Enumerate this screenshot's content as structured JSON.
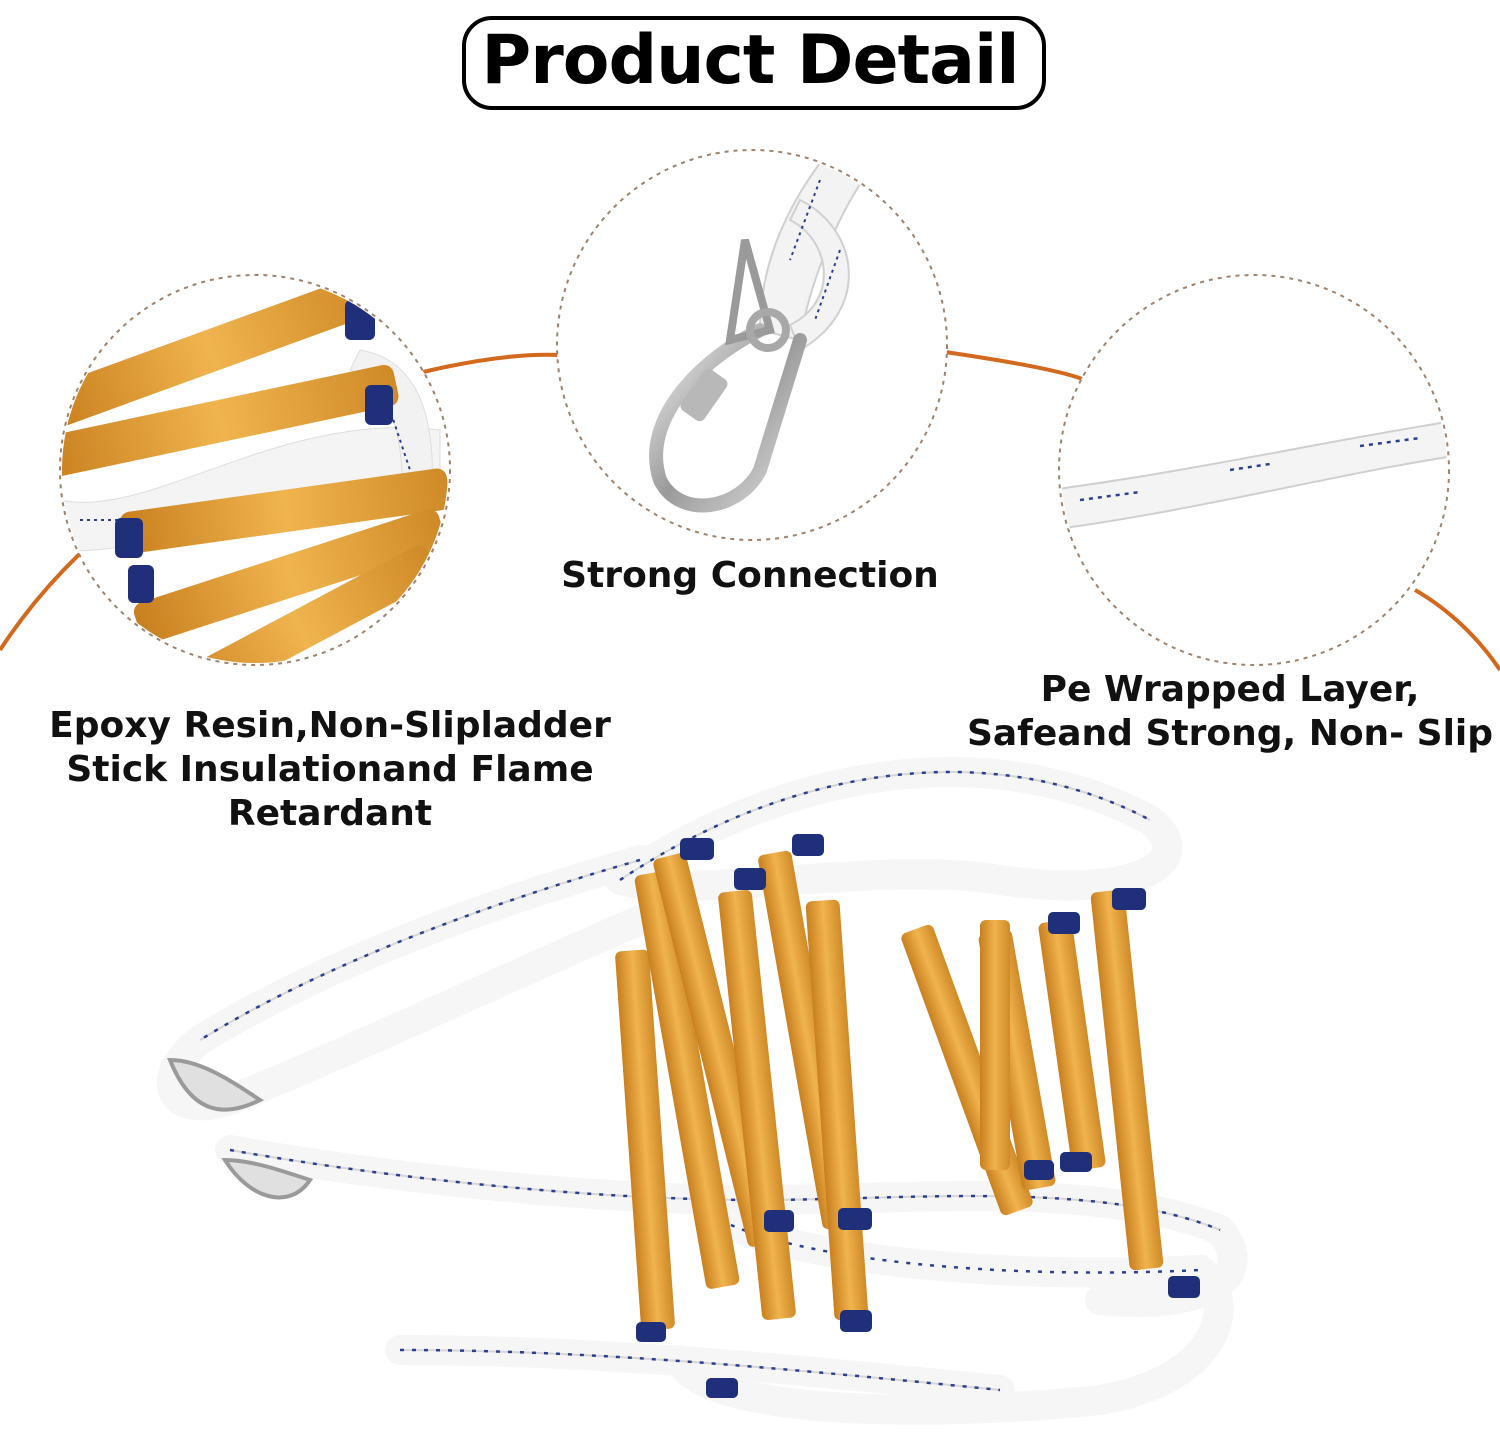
{
  "title": "Product Detail",
  "labels": {
    "left": [
      "Epoxy Resin,Non-Slipladder",
      "Stick Insulationand Flame",
      "Retardant"
    ],
    "center": "Strong Connection",
    "right": [
      "Pe Wrapped Layer,",
      "Safeand Strong, Non- Slip"
    ]
  },
  "colors": {
    "arc": "#d2691e",
    "dotted_circle": "#a0816a",
    "rung": "#e8a33d",
    "rung_cap": "#1f2f7a",
    "rope": "#f7f7f7",
    "rope_pattern": "#2a3f8f"
  }
}
